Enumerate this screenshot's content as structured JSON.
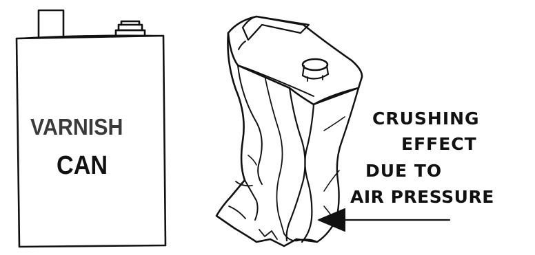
{
  "labels": {
    "can_line1": "VARNISH",
    "can_line2": "CAN"
  },
  "caption": {
    "line1": "CRUSHING",
    "line2": "EFFECT",
    "line3": "DUE TO",
    "line4": "AIR PRESSURE"
  },
  "colors": {
    "ink": "#111111",
    "background": "#ffffff"
  }
}
